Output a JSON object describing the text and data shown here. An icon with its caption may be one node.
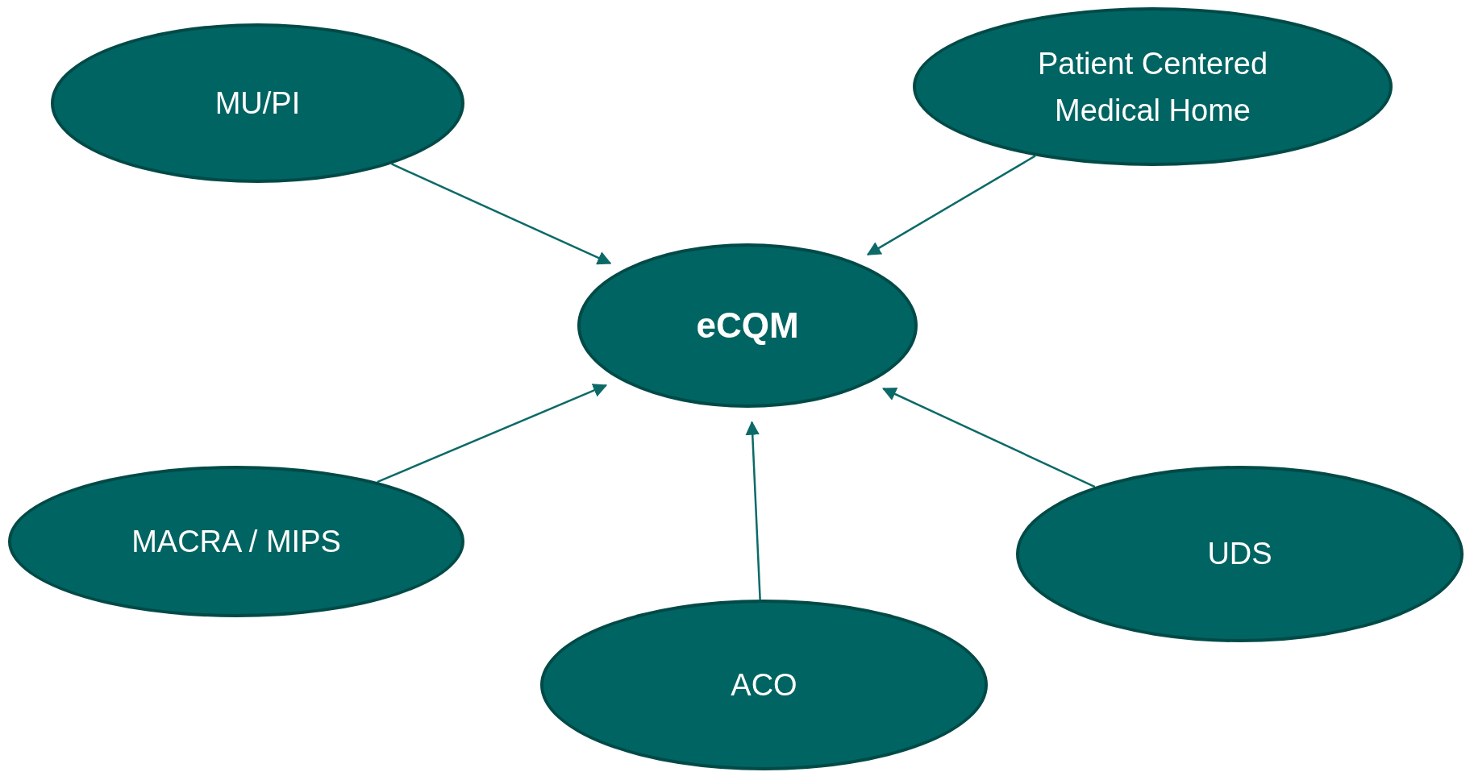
{
  "diagram": {
    "nodes": [
      {
        "text": [
          "MU/PI"
        ]
      },
      {
        "text": [
          "Patient Centered Medical Home"
        ]
      },
      {
        "text": [
          "eCQM"
        ]
      },
      {
        "text": [
          "MACRA / MIPS"
        ]
      },
      {
        "text": [
          "ACO"
        ]
      },
      {
        "text": [
          "UDS"
        ]
      }
    ],
    "edges": [
      {
        "from": 0,
        "to": 2,
        "arrow": "to"
      },
      {
        "from": 1,
        "to": 2,
        "arrow": "to"
      },
      {
        "from": 3,
        "to": 2,
        "arrow": "to"
      },
      {
        "from": 4,
        "to": 2,
        "arrow": "to"
      },
      {
        "from": 5,
        "to": 2,
        "arrow": "to"
      }
    ]
  }
}
